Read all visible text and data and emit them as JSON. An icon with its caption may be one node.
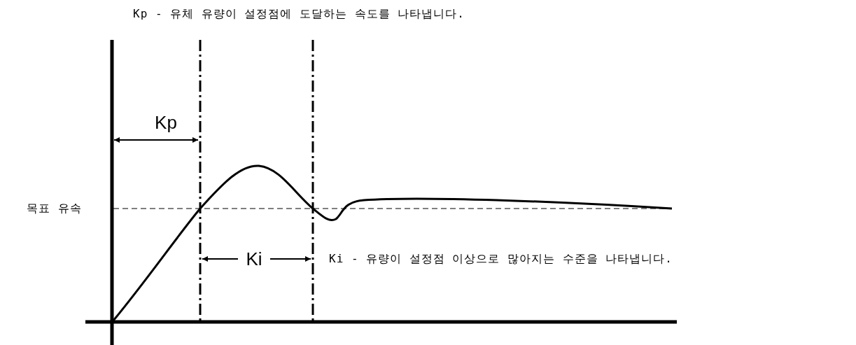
{
  "diagram": {
    "labels": [
      "Kp - 유체 유량이 설정점에 도달하는 속도를 나타냅니다.",
      "Kp",
      "목표 유속",
      "Ki",
      "Ki - 유량이 설정점 이상으로 많아지는 수준을 나타냅니다."
    ]
  }
}
